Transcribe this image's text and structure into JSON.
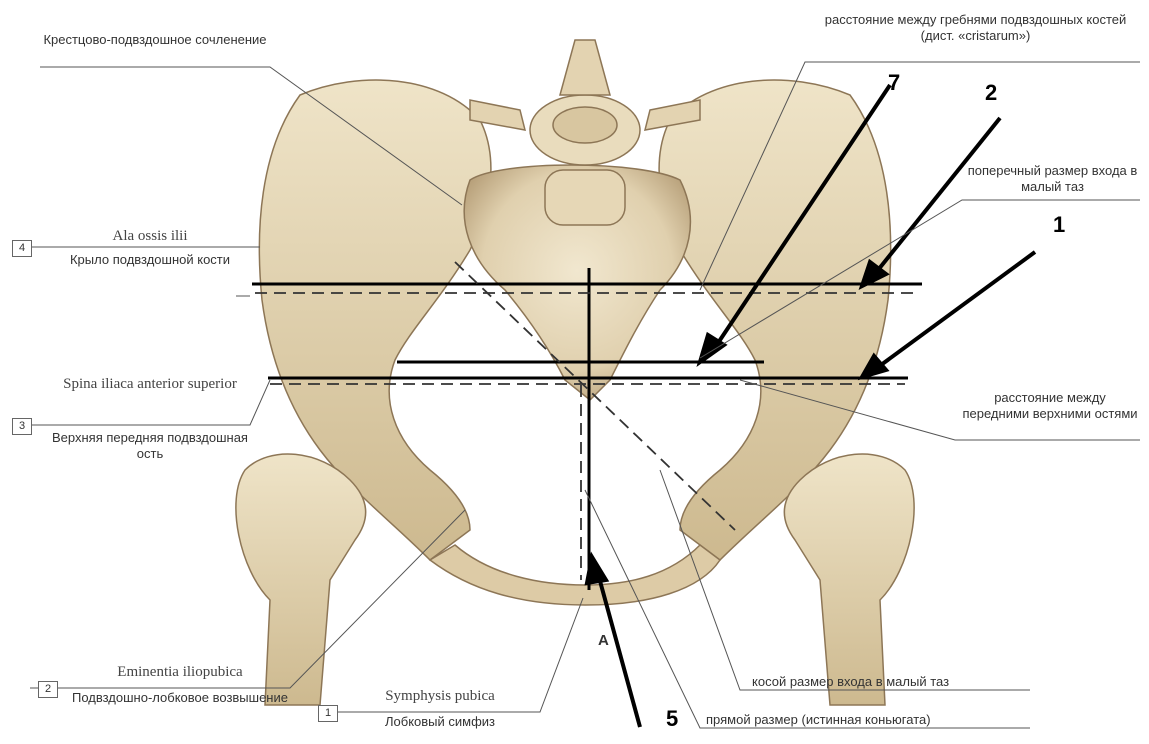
{
  "labels": {
    "sacroiliac": "Крестцово-подвздошное сочленение",
    "cristarum": "расстояние между гребнями подвздошных костей (дист. «cristarum»)",
    "transverse_inlet": "поперечный размер входа в малый таз",
    "ala_latin": "Ala ossis ilii",
    "ala_ru": "Крыло подвздошной кости",
    "spina_latin": "Spina iliaca anterior superior",
    "spina_ru": "Верхняя передняя подвздошная ость",
    "spinarum": "расстояние между передними верхними остями",
    "eminentia_latin": "Eminentia iliopubica",
    "eminentia_ru": "Подвздошно-лобковое возвышение",
    "symphysis_latin": "Symphysis pubica",
    "symphysis_ru": "Лобковый симфиз",
    "oblique": "косой размер входа в малый таз",
    "true_conjugate": "прямой размер (истинная коньюгата)",
    "letter_a": "A"
  },
  "boxes": {
    "ala": "4",
    "spina": "3",
    "eminentia": "2",
    "symphysis": "1"
  },
  "numbers": {
    "n7": "7",
    "n2": "2",
    "n1": "1",
    "n5": "5"
  },
  "colors": {
    "bone": "#e4d6b8",
    "bone_shadow": "#a99373",
    "ink": "#000000",
    "leader": "#555555"
  }
}
